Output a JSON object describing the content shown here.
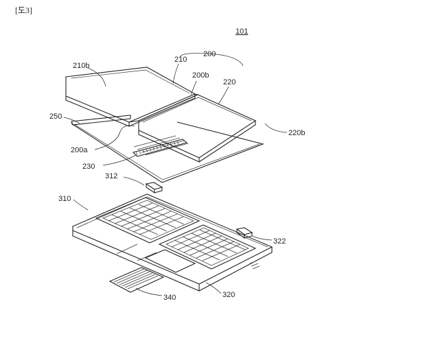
{
  "figure_label": "[도3]",
  "labels": {
    "device": "101",
    "display_assembly": "200",
    "left_panel_frame": "210",
    "left_panel_face": "210b",
    "hinge_joint": "200b",
    "right_panel_frame": "220",
    "right_panel_face": "220b",
    "flex_sheet": "250",
    "fold_region": "200a",
    "hinge_strip": "230",
    "left_connector": "312",
    "keyboard_base": "310",
    "right_connector": "322",
    "flex_cable": "340",
    "bottom_case": "320"
  }
}
